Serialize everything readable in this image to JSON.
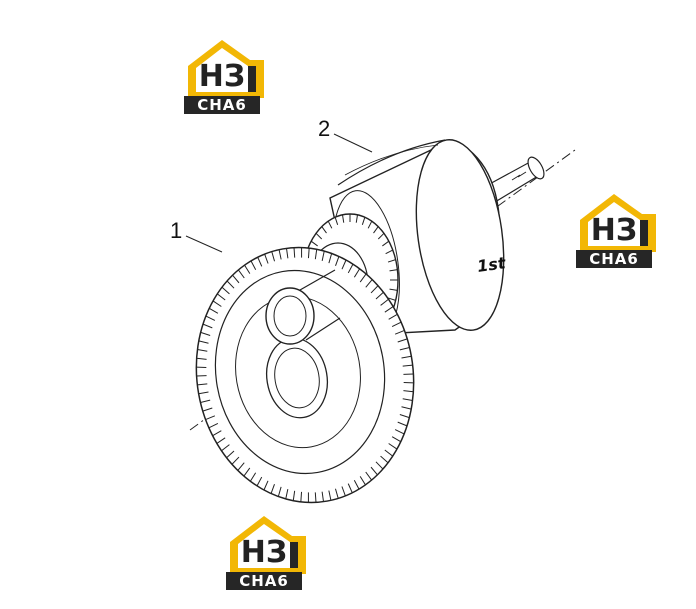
{
  "callouts": [
    {
      "label": "1"
    },
    {
      "label": "2"
    }
  ],
  "part_marking": "1st",
  "watermark": {
    "letters": "НЗ",
    "caption": "CHA6",
    "colors": {
      "accent": "#f2b705",
      "dark": "#262626"
    }
  }
}
